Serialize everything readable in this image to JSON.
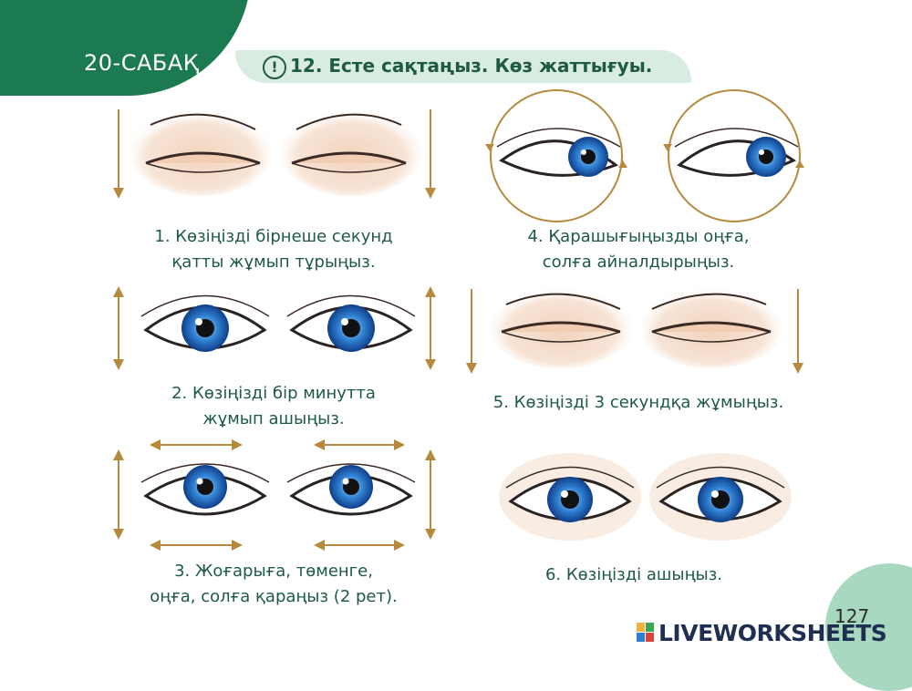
{
  "header": {
    "lesson": "20-САБАҚ",
    "exclamation": "!",
    "title": "12. Есте сақтаңыз. Көз жаттығуы."
  },
  "exercises": [
    {
      "line1": "1. Көзіңізді бірнеше секунд",
      "line2": "қатты жұмып тұрыңыз."
    },
    {
      "line1": "2. Көзіңізді бір минутта",
      "line2": "жұмып ашыңыз."
    },
    {
      "line1": "3. Жоғарыға, төменге,",
      "line2": "оңға, солға қараңыз (2 рет)."
    },
    {
      "line1": "4. Қарашығыңызды оңға,",
      "line2": "солға айналдырыңыз."
    },
    {
      "line1": "5. Көзіңізді 3 секундқа жұмыңыз.",
      "line2": ""
    },
    {
      "line1": "6. Көзіңізді ашыңыз.",
      "line2": ""
    }
  ],
  "footer": {
    "page_number": "127",
    "watermark": "LIVEWORKSHEETS"
  },
  "colors": {
    "brand_green": "#1b7a4f",
    "text_green": "#1e5a44",
    "arrow_gold": "#b58a3f",
    "iris_blue": "#2f7fd0"
  }
}
